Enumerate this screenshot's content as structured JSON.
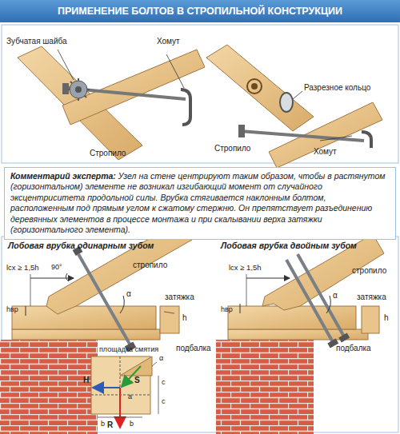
{
  "diagram": {
    "title": "ПРИМЕНЕНИЕ БОЛТОВ В СТРОПИЛЬНОЙ КОНСТРУКЦИИ",
    "nodes": [
      {
        "text": [
          "Комментарий эксперта:",
          "Узел на стене центрируют таким образом, чтобы в растянутом (горизонтальном) элементе не возникал изгибающий момент от случайного эксцентриситета продольной силы. Врубка стягивается наклонным болтом, расположенным под прямым углом к сжатому стержню. Он препятствует разъединению деревянных элементов в процессе монтажа и при скалывании верха затяжки (горизонтального элемента)."
        ]
      }
    ],
    "edges": [],
    "labels": [
      "Зубчатая шайба",
      "Хомут",
      "Стропило",
      "Разрезное кольцо",
      "Хомут",
      "Стропило",
      "Лобовая врубка одинарным зубом",
      "Лобовая врубка двойным зубом",
      "lсх ≥ 1,5h",
      "hвр",
      "90°",
      "α",
      "стропило",
      "подбалка",
      "затяжка",
      "h",
      "площадка смятия",
      "S",
      "a",
      "H",
      "R",
      "c",
      "c",
      "b",
      "b",
      "α",
      "lсх ≥ 1,5h",
      "hвр",
      "стропило",
      "затяжка",
      "h",
      "подбалка",
      "α"
    ]
  }
}
